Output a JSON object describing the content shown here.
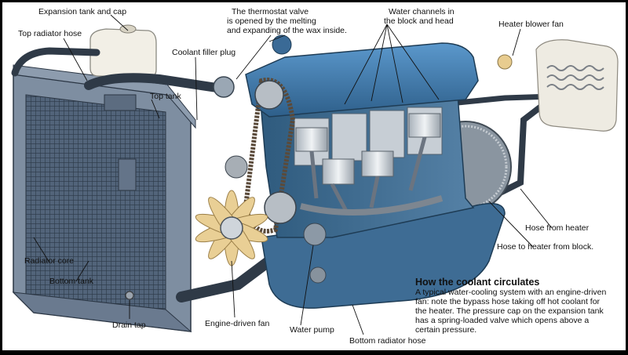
{
  "labels": {
    "expansion_tank": "Expansion tank and cap",
    "top_radiator_hose": "Top radiator hose",
    "thermostat_line1": "The thermostat valve",
    "thermostat_line2": "is opened by the melting",
    "thermostat_line3": "and expanding of the wax inside.",
    "water_channels_line1": "Water channels in",
    "water_channels_line2": "the block and head",
    "heater_blower_fan": "Heater blower fan",
    "coolant_filler_plug": "Coolant filler plug",
    "top_tank": "Top tank",
    "hose_from_heater": "Hose from heater",
    "hose_to_heater": "Hose to heater from block.",
    "radiator_core": "Radiator core",
    "bottom_tank": "Bottom tank",
    "drain_tap": "Drain tap",
    "engine_driven_fan": "Engine-driven fan",
    "water_pump": "Water pump",
    "bottom_radiator_hose": "Bottom radiator hose"
  },
  "caption": {
    "title": "How the coolant circulates",
    "body": "A typical water-cooling system with an engine-driven fan: note the bypass hose taking off hot coolant for the heater. The pressure cap on the expansion tank has a spring-loaded valve which opens above a certain pressure."
  },
  "colors": {
    "radiator": "#5f6f84",
    "engine_block": "#3f6f95",
    "engine_head": "#4b86b8",
    "hose": "#2f3a47",
    "fan": "#e9cf95",
    "piston": "#d8dde2"
  }
}
